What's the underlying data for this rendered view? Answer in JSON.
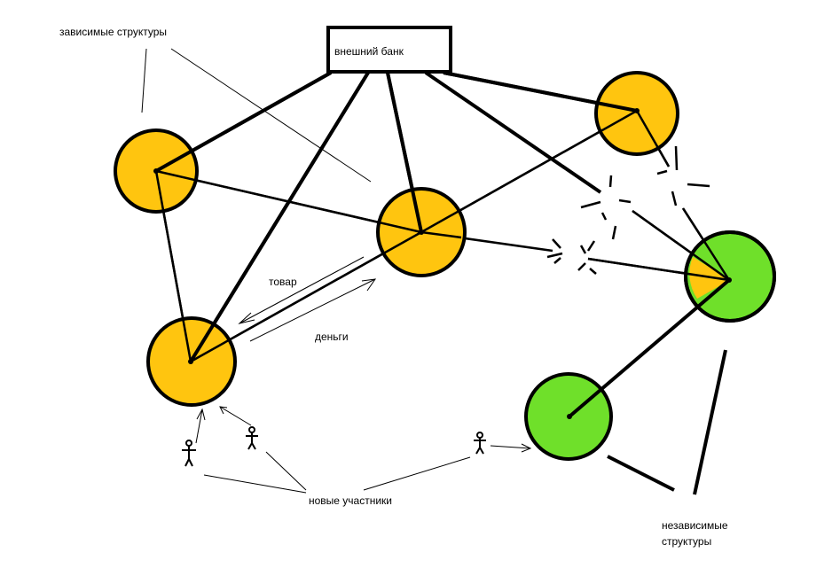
{
  "labels": {
    "dependent": "зависимые структуры",
    "bank": "внешний банк",
    "goods": "товар",
    "money": "деньги",
    "new_participants": "новые участники",
    "independent_line1": "независимые",
    "independent_line2": "структуры"
  },
  "colors": {
    "dependent_node": "#FFC50F",
    "independent_node": "#6FE02A",
    "stroke": "#000000",
    "background": "#FFFFFF"
  }
}
